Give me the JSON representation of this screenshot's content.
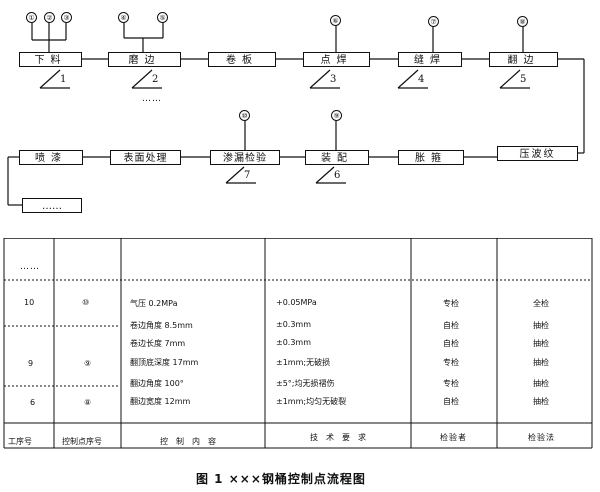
{
  "flow": {
    "row1": [
      "下料",
      "磨边",
      "卷板",
      "点焊",
      "缝焊",
      "翻边"
    ],
    "row2": [
      "喷漆",
      "表面处理",
      "渗漏检验",
      "装配",
      "胀箍",
      "压波纹"
    ],
    "step_numbers": [
      "1",
      "2",
      "3",
      "4",
      "5",
      "7",
      "6"
    ],
    "control_points": [
      "①",
      "②",
      "③",
      "④",
      "⑤",
      "⑥",
      "⑦",
      "⑧",
      "⑨",
      "⑩"
    ],
    "ellipsis": "……"
  },
  "table": {
    "headers": [
      "工序号",
      "控制点序号",
      "控制内容",
      "技术要求",
      "检验者",
      "检验法"
    ],
    "rows": [
      {
        "proc": "10",
        "cp": "⑩",
        "content": "气压 0.2MPa",
        "req": "+0.05MPa",
        "inspector": "专检",
        "method": "全检"
      },
      {
        "proc": "",
        "cp": "",
        "content": "卷边角度 8.5mm",
        "req": "±0.3mm",
        "inspector": "自检",
        "method": "抽检"
      },
      {
        "proc": "",
        "cp": "",
        "content": "卷边长度 7mm",
        "req": "±0.3mm",
        "inspector": "自检",
        "method": "抽检"
      },
      {
        "proc": "9",
        "cp": "⑨",
        "content": "翻顶底深度 17mm",
        "req": "±1mm;无破损",
        "inspector": "专检",
        "method": "抽检"
      },
      {
        "proc": "",
        "cp": "",
        "content": "翻边角度 100°",
        "req": "±5°;均无损褶伤",
        "inspector": "专检",
        "method": "抽检"
      },
      {
        "proc": "6",
        "cp": "⑧",
        "content": "翻边宽度 12mm",
        "req": "±1mm;均匀无破裂",
        "inspector": "自检",
        "method": "抽检"
      }
    ],
    "ellipsis": "……"
  },
  "caption": "图 1  ×××钢桶控制点流程图"
}
